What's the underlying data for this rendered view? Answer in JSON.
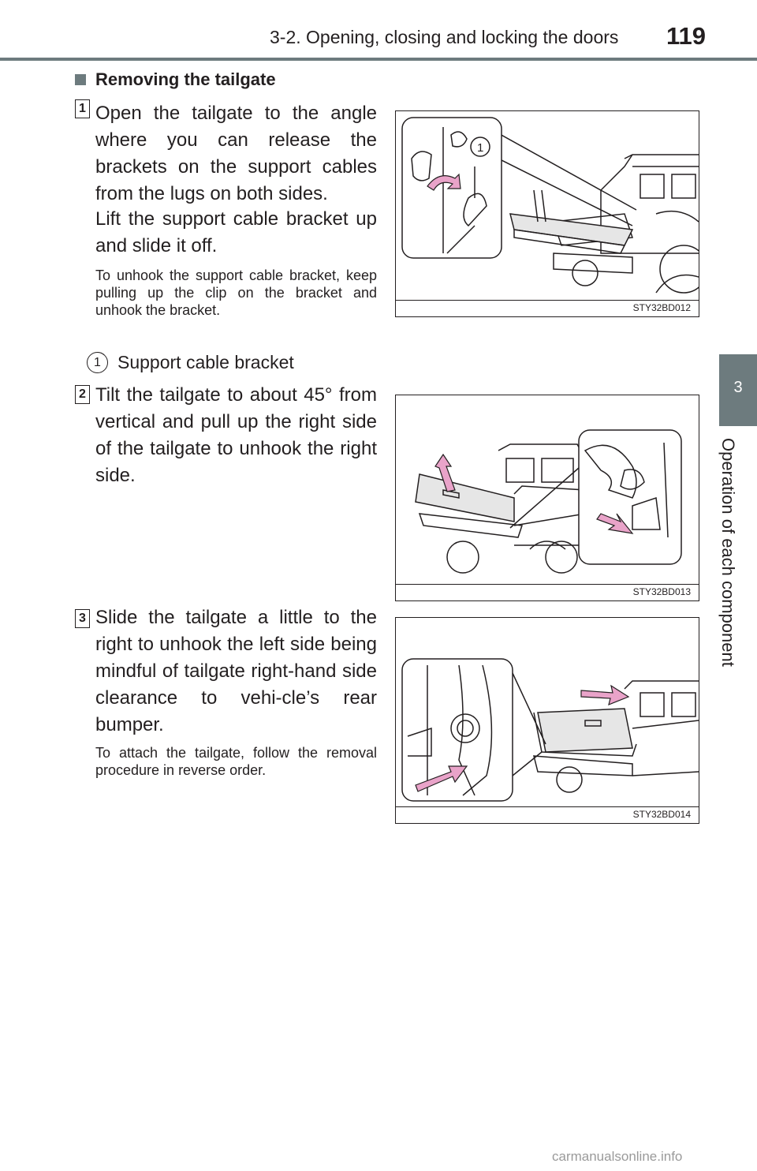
{
  "header": {
    "running_title": "3-2. Opening, closing and locking the doors",
    "page_number": "119"
  },
  "side_tab": {
    "chapter_number": "3",
    "chapter_title": "Operation of each component"
  },
  "section": {
    "title": "Removing the tailgate"
  },
  "steps": [
    {
      "number": "1",
      "paragraphs": [
        "Open the tailgate to the angle where you can release the brackets on the support cables from the lugs on both sides.",
        "Lift the support cable bracket up and slide it off."
      ],
      "note": "To unhook the support cable bracket, keep pulling up the clip on the bracket and unhook the bracket.",
      "callout": {
        "number": "1",
        "label": "Support cable bracket"
      },
      "figure_code": "STY32BD012"
    },
    {
      "number": "2",
      "paragraphs": [
        "Tilt the tailgate to about 45° from vertical and pull up the right side of the tailgate to unhook the right side."
      ],
      "figure_code": "STY32BD013"
    },
    {
      "number": "3",
      "paragraphs": [
        "Slide the tailgate a little to the right to unhook the left side being mindful of tailgate right-hand side clearance to vehi-cle’s rear bumper."
      ],
      "note": "To attach the tailgate, follow the removal procedure in reverse order.",
      "figure_code": "STY32BD014"
    }
  ],
  "watermark": "carmanualsonline.info",
  "colors": {
    "tab_gray": "#6d7b7e",
    "arrow_pink": "#e9a3c9",
    "ink": "#231f20"
  }
}
